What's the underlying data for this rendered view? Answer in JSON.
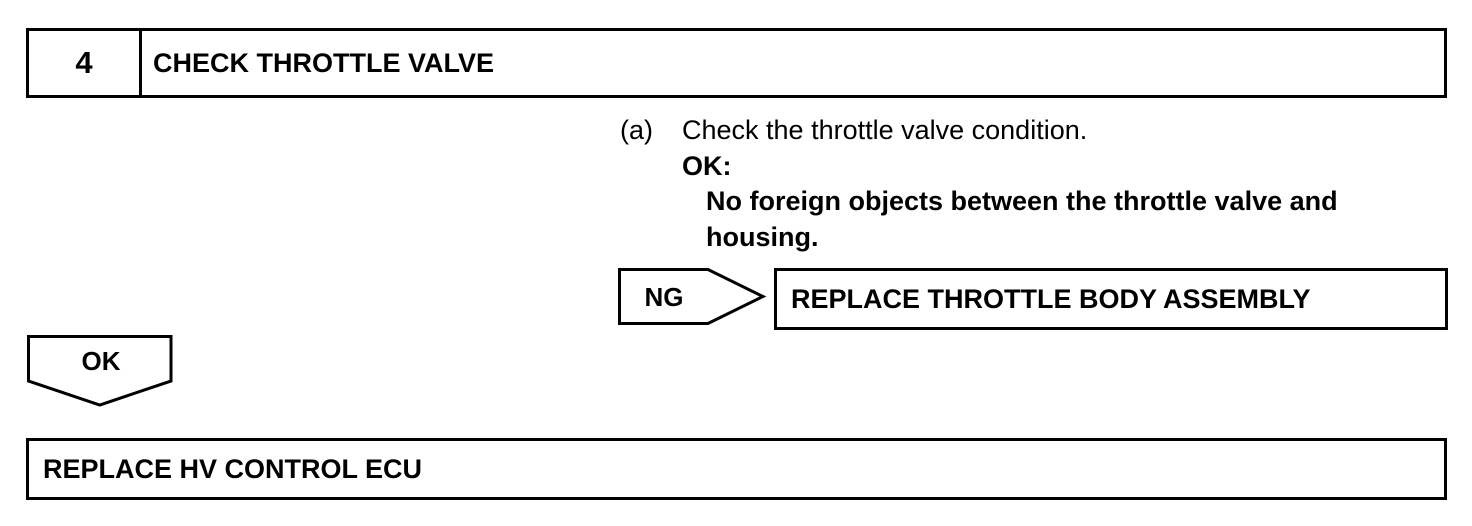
{
  "step": {
    "number": "4",
    "title": "CHECK THROTTLE VALVE"
  },
  "instruction": {
    "marker": "(a)",
    "text": "Check the throttle valve condition.",
    "ok_label": "OK:",
    "ok_criteria_line1": "No foreign objects between the throttle valve and",
    "ok_criteria_line2": "housing."
  },
  "ng_branch": {
    "label": "NG",
    "action": "REPLACE THROTTLE BODY ASSEMBLY"
  },
  "ok_branch": {
    "label": "OK",
    "action": "REPLACE HV CONTROL ECU"
  }
}
